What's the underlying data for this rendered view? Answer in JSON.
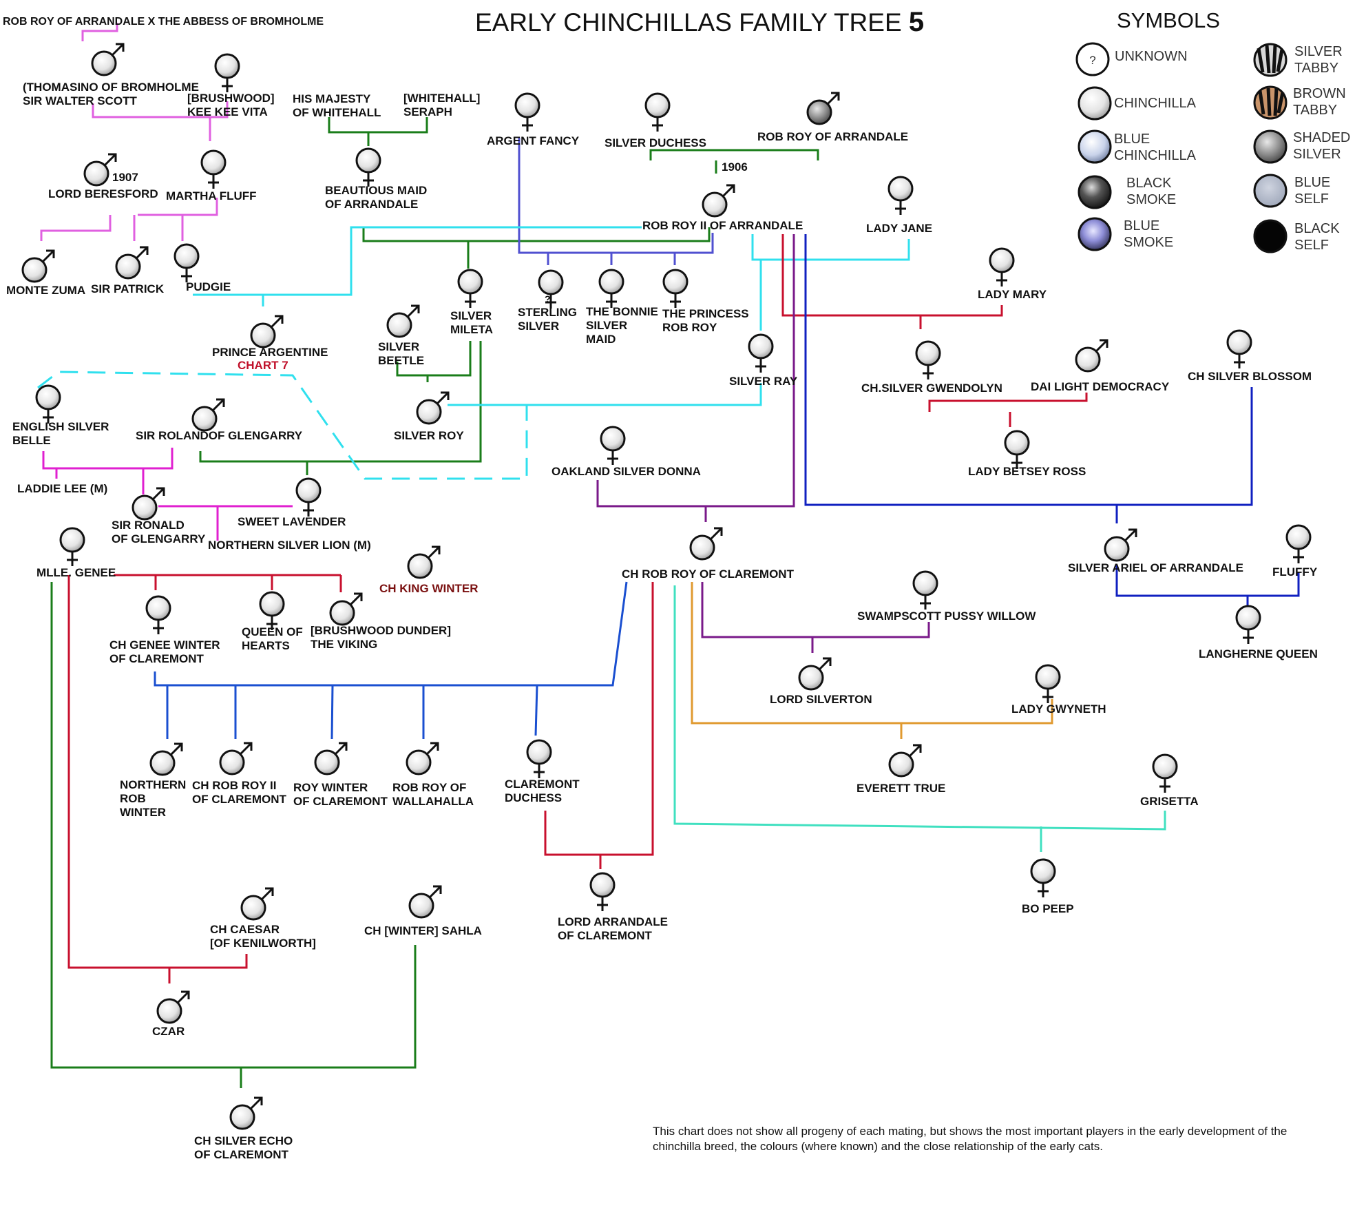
{
  "title": "EARLY CHINCHILLAS FAMILY TREE",
  "chart_number": "5",
  "symbols": {
    "heading": "SYMBOLS",
    "items": [
      {
        "label": "UNKNOWN",
        "icon": "unknown-icon",
        "glyph": "?"
      },
      {
        "label": "CHINCHILLA",
        "icon": "chinchilla-icon"
      },
      {
        "label": "BLUE\nCHINCHILLA",
        "icon": "blue-chinchilla-icon"
      },
      {
        "label": "BLACK\nSMOKE",
        "icon": "black-smoke-icon"
      },
      {
        "label": "BLUE\nSMOKE",
        "icon": "blue-smoke-icon"
      },
      {
        "label": "SILVER\nTABBY",
        "icon": "silver-tabby-icon"
      },
      {
        "label": "BROWN\nTABBY",
        "icon": "brown-tabby-icon"
      },
      {
        "label": "SHADED\nSILVER",
        "icon": "shaded-silver-icon"
      },
      {
        "label": "BLUE\nSELF",
        "icon": "blue-self-icon"
      },
      {
        "label": "BLACK\nSELF",
        "icon": "black-self-icon"
      }
    ]
  },
  "labels": {
    "top_pair": "ROB ROY OF ARRANDALE X THE ABBESS OF BROMHOLME",
    "thomasino": "(THOMASINO OF BROMHOLME\nSIR WALTER SCOTT",
    "brushwood_kee": "[BRUSHWOOD]\nKEE KEE VITA",
    "his_majesty": "HIS MAJESTY\nOF WHITEHALL",
    "whitehall_seraph": "[WHITEHALL]\nSERAPH",
    "argent_fancy": "ARGENT FANCY",
    "silver_duchess": "SILVER DUCHESS",
    "rob_roy_arr": "ROB ROY OF ARRANDALE",
    "year_1907": "1907",
    "year_1906": "1906",
    "lord_beresford": "LORD BERESFORD",
    "martha_fluff": "MARTHA FLUFF",
    "beautious_maid": "BEAUTIOUS MAID\nOF ARRANDALE",
    "rob_roy_ii": "ROB ROY II OF ARRANDALE",
    "lady_jane": "LADY JANE",
    "monte_zuma": "MONTE ZUMA",
    "sir_patrick": "SIR PATRICK",
    "pudgie": "PUDGIE",
    "sterling_glyph": "?",
    "sterling_silver": "STERLING\nSILVER",
    "bonnie_silver": "THE BONNIE\nSILVER\nMAID",
    "princess_rob": "THE PRINCESS\nROB ROY",
    "silver_mileta": "SILVER\nMILETA",
    "lady_mary": "LADY MARY",
    "prince_argentine": "PRINCE ARGENTINE",
    "chart7": "CHART 7",
    "silver_beetle": "SILVER\nBEETLE",
    "silver_ray": "SILVER RAY",
    "gwendolyn": "CH.SILVER GWENDOLYN",
    "dai_light": "DAI LIGHT DEMOCRACY",
    "silver_blossom": "CH SILVER BLOSSOM",
    "english_belle": "ENGLISH SILVER\nBELLE",
    "sir_roland": "SIR ROLANDOF GLENGARRY",
    "silver_roy": "SILVER ROY",
    "oakland_donna": "OAKLAND SILVER DONNA",
    "betsey_ross": "LADY BETSEY ROSS",
    "laddie_lee": "LADDIE LEE (M)",
    "sweet_lavender": "SWEET LAVENDER",
    "sir_ronald": "SIR RONALD\nOF GLENGARRY",
    "northern_lion": "NORTHERN SILVER LION (M)",
    "mlle_genee": "MLLE. GENEE",
    "ch_king_winter": "CH KING WINTER",
    "ch_rob_roy_clar": "CH ROB ROY OF CLAREMONT",
    "silver_ariel": "SILVER ARIEL OF ARRANDALE",
    "fluffy": "FLUFFY",
    "genee_winter": "CH GENEE WINTER\nOF CLAREMONT",
    "queen_hearts": "QUEEN OF\nHEARTS",
    "brushwood_dunder": "[BRUSHWOOD DUNDER]\nTHE VIKING",
    "pussy_willow": "SWAMPSCOTT PUSSY WILLOW",
    "langherne": "LANGHERNE QUEEN",
    "lord_silverton": "LORD SILVERTON",
    "lady_gwyneth": "LADY GWYNETH",
    "northern_rob": "NORTHERN\nROB\nWINTER",
    "ch_rob_roy_ii_clar": "CH ROB ROY II\nOF CLAREMONT",
    "roy_winter": "ROY WINTER\nOF CLAREMONT",
    "rob_roy_walla": "ROB ROY OF\nWALLAHALLA",
    "claremont_duchess": "CLAREMONT\nDUCHESS",
    "everett_true": "EVERETT TRUE",
    "grisetta": "GRISETTA",
    "bo_peep": "BO PEEP",
    "lord_arrandale": "LORD ARRANDALE\nOF CLAREMONT",
    "ch_caesar": "CH CAESAR\n[OF KENILWORTH]",
    "ch_sahla": "CH [WINTER] SAHLA",
    "czar": "CZAR",
    "silver_echo": "CH SILVER ECHO\nOF CLAREMONT"
  },
  "footnote": "This chart does not show all progeny of each mating, but shows the most important players in the early development of the chinchilla breed, the colours (where known) and the close relationship of the early cats.",
  "colors": {
    "pink": "#e060e0",
    "magenta": "#e020d0",
    "green": "#1a7d1a",
    "blue_purple": "#5050d0",
    "cyan": "#30e0ee",
    "red": "#c8102e",
    "purple": "#7a1a8a",
    "navy": "#1020c0",
    "blue": "#1a4fd0",
    "orange": "#e09a30",
    "teal": "#40e0c0"
  }
}
